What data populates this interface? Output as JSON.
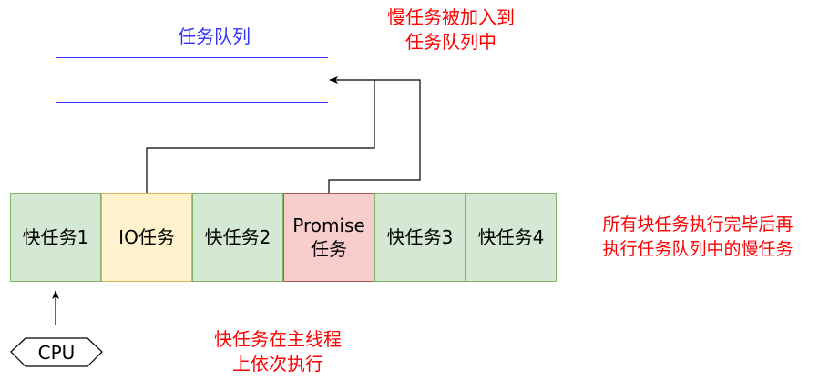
{
  "queue": {
    "title": "任务队列"
  },
  "notes": {
    "slow_added": [
      "慢任务被加入到",
      "任务队列中"
    ],
    "after_all": [
      "所有块任务执行完毕后再",
      "执行任务队列中的慢任务"
    ],
    "main_thread": [
      "快任务在主线程",
      "上依次执行"
    ]
  },
  "tasks": [
    {
      "label": "快任务1",
      "kind": "fast"
    },
    {
      "label": "IO任务",
      "kind": "io"
    },
    {
      "label": "快任务2",
      "kind": "fast"
    },
    {
      "label": "Promise任务",
      "line1": "Promise",
      "line2": "任务",
      "kind": "promise"
    },
    {
      "label": "快任务3",
      "kind": "fast"
    },
    {
      "label": "快任务4",
      "kind": "fast"
    }
  ],
  "cpu": {
    "label": "CPU"
  },
  "colors": {
    "fast_fill": "#d5e8d4",
    "fast_stroke": "#82b366",
    "io_fill": "#fff2cc",
    "io_stroke": "#d6b656",
    "promise_fill": "#f8cecc",
    "promise_stroke": "#b85450",
    "queue_blue": "#3333ff",
    "note_red": "#ff0000"
  }
}
